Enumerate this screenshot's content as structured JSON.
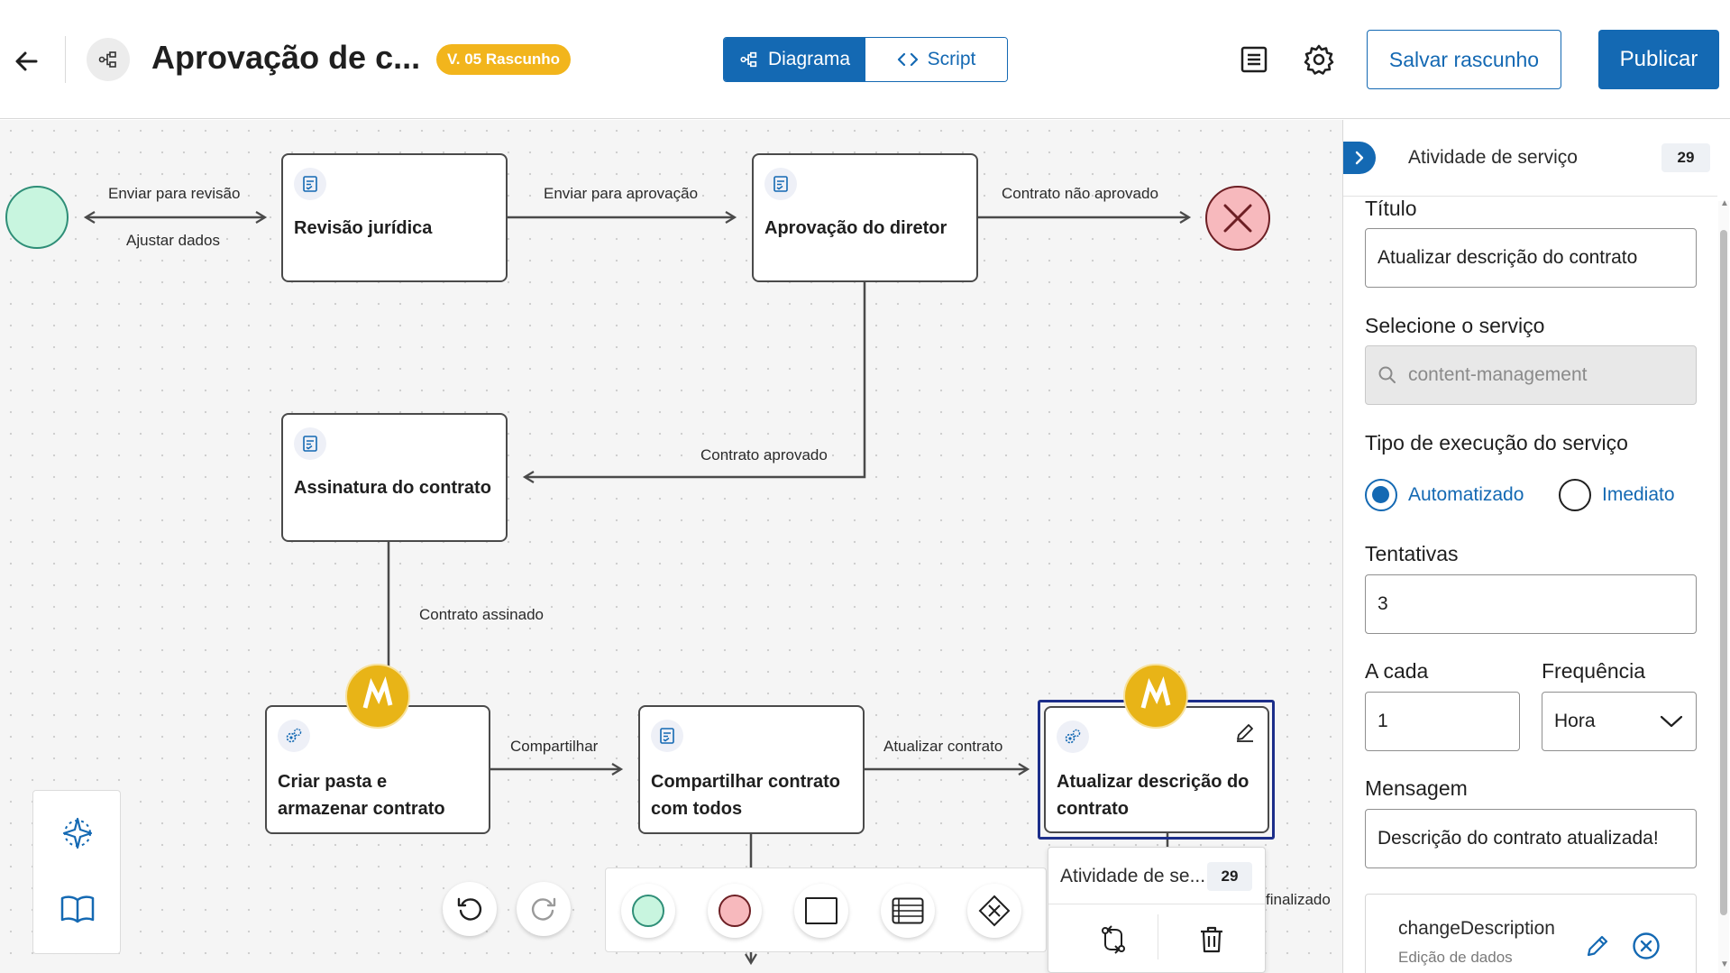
{
  "header": {
    "title": "Aprovação de c...",
    "version_badge": "V. 05 Rascunho",
    "tabs": [
      {
        "label": "Diagrama",
        "active": true
      },
      {
        "label": "Script",
        "active": false
      }
    ],
    "save_draft_label": "Salvar rascunho",
    "publish_label": "Publicar",
    "icons": [
      "arrow-left-icon",
      "flow-icon",
      "document-icon",
      "gear-icon"
    ]
  },
  "diagram": {
    "nodes": [
      {
        "label": "Revisão jurídica",
        "icon": "form-icon"
      },
      {
        "label": "Aprovação do diretor",
        "icon": "form-icon"
      },
      {
        "label": "Assinatura do contrato",
        "icon": "form-icon"
      },
      {
        "label": "Criar pasta e armazenar contrato",
        "icon": "service-gears-icon"
      },
      {
        "label": "Compartilhar contrato com todos",
        "icon": "form-icon"
      },
      {
        "label": "Atualizar descrição do contrato",
        "icon": "service-gears-icon"
      }
    ],
    "edge_labels": {
      "send_review": "Enviar para revisão",
      "adjust_data": "Ajustar dados",
      "send_approval": "Enviar para aprovação",
      "not_approved": "Contrato não aprovado",
      "approved": "Contrato aprovado",
      "signed": "Contrato assinado",
      "share": "Compartilhar",
      "update": "Atualizar contrato",
      "finished": "finalizado"
    },
    "context_popup": {
      "title": "Atividade de se...",
      "count": "29"
    }
  },
  "panel": {
    "header_title": "Atividade de serviço",
    "header_count": "29",
    "title_label": "Título",
    "title_value": "Atualizar descrição do contrato",
    "service_label": "Selecione o serviço",
    "service_placeholder": "content-management",
    "exec_type_label": "Tipo de execução do serviço",
    "exec_options": [
      {
        "label": "Automatizado",
        "checked": true
      },
      {
        "label": "Imediato",
        "checked": false
      }
    ],
    "attempts_label": "Tentativas",
    "attempts_value": "3",
    "every_label": "A cada",
    "every_value": "1",
    "frequency_label": "Frequência",
    "frequency_value": "Hora",
    "message_label": "Mensagem",
    "message_value": "Descrição do contrato atualizada!",
    "action": {
      "name": "changeDescription",
      "type": "Edição de dados"
    }
  },
  "colors": {
    "primary": "#1469b3",
    "badge": "#f2b51c",
    "start_fill": "#c8f5df",
    "error_fill": "#f7b9bd",
    "bolt": "#e8b417",
    "selected_border": "#1c2e8a"
  }
}
